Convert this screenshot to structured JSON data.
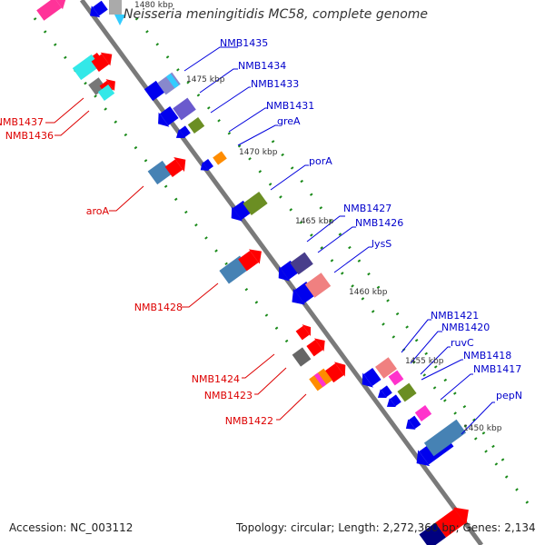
{
  "title": "Neisseria meningitidis MC58, complete genome",
  "footer": {
    "accession": "Accession: NC_003112",
    "topology": "Topology: circular; Length: 2,272,360 bp; Genes: 2,134"
  },
  "scale_labels": [
    "1480 kbp",
    "1475 kbp",
    "1470 kbp",
    "1465 kbp",
    "1460 kbp",
    "1455 kbp",
    "1450 kbp"
  ],
  "gene_labels_forward": [
    "NMB1435",
    "NMB1434",
    "NMB1433",
    "NMB1431",
    "greA",
    "porA",
    "NMB1427",
    "NMB1426",
    "lysS",
    "NMB1421",
    "NMB1420",
    "ruvC",
    "NMB1418",
    "NMB1417",
    "pepN"
  ],
  "gene_labels_reverse": [
    "NMB1437",
    "NMB1436",
    "aroA",
    "NMB1428",
    "NMB1424",
    "NMB1423",
    "NMB1422"
  ],
  "colors": {
    "forward_label": "#0000cc",
    "reverse_label": "#dd0000",
    "backbone": "#808080",
    "tick": "#1a8a1a"
  }
}
